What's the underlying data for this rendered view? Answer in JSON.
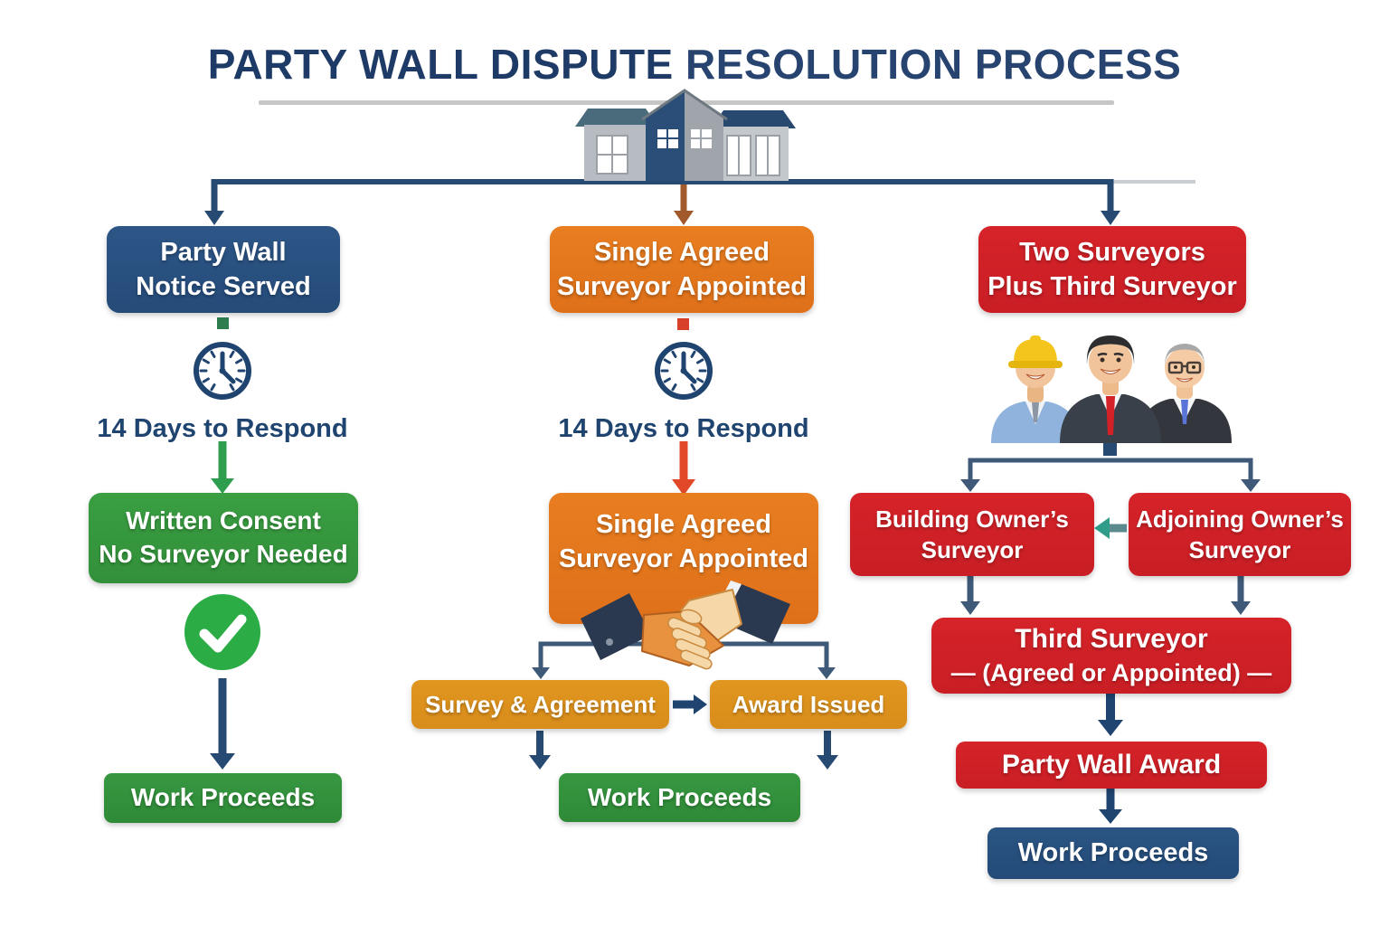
{
  "title": {
    "emphasis": "PARTY WALL DISPUTE",
    "rest": "RESOLUTION PROCESS"
  },
  "palette": {
    "navy_box": "#254B79",
    "navy_text": "#1F4470",
    "navy_arrow": "#274A72",
    "slate_arrow": "#3F5A78",
    "orange_box": "#E2761D",
    "amber_box": "#DD921F",
    "red_box": "#D02127",
    "green_box": "#36993F",
    "green_check": "#2BAC45",
    "green_arrow": "#2E9E4E",
    "red_arrow": "#E04828",
    "brown_arrow": "#A2592B",
    "teal_arrow": "#2F9D8A",
    "gray_rule": "#C6C6C6"
  },
  "left": {
    "notice": {
      "lines": [
        "Party Wall",
        "Notice Served"
      ]
    },
    "respond_label": "14 Days to Respond",
    "consent": {
      "lines": [
        "Written Consent",
        "No Surveyor Needed"
      ]
    },
    "work_label": "Work Proceeds"
  },
  "middle": {
    "top": {
      "lines": [
        "Single Agreed",
        "Surveyor Appointed"
      ]
    },
    "respond_label": "14 Days to Respond",
    "appointed": {
      "lines": [
        "Single Agreed",
        "Surveyor Appointed"
      ]
    },
    "survey_label": "Survey & Agreement",
    "award_label": "Award Issued",
    "work_label": "Work Proceeds"
  },
  "right": {
    "top": {
      "lines": [
        "Two Surveyors",
        "Plus Third Surveyor"
      ]
    },
    "building": {
      "lines": [
        "Building Owner’s",
        "Surveyor"
      ]
    },
    "adjoining": {
      "lines": [
        "Adjoining Owner’s",
        "Surveyor"
      ]
    },
    "third": {
      "lines": [
        "Third Surveyor",
        "— (Agreed or Appointed) —"
      ]
    },
    "award_label": "Party Wall Award",
    "work_label": "Work Proceeds"
  }
}
